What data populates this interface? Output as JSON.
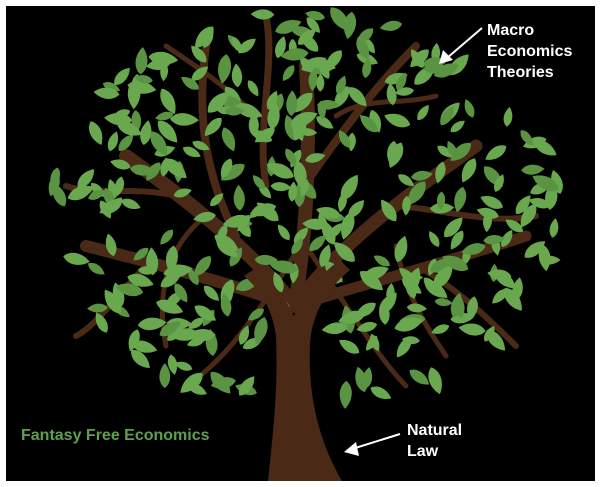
{
  "labels": {
    "macro_line1": "Macro",
    "macro_line2": "Economics",
    "macro_line3": "Theories",
    "natural_line1": "Natural",
    "natural_line2": "Law",
    "brand": "Fantasy Free Economics"
  },
  "colors": {
    "background": "#000000",
    "trunk": "#4a2a17",
    "leaf": "#6aa84f",
    "leaf_dark": "#5a9443",
    "arrow": "#ffffff",
    "brand_text": "#5ea04e"
  },
  "icons": {
    "macro_arrow": "arrow-pointing-down-left",
    "natural_arrow": "arrow-pointing-left"
  }
}
